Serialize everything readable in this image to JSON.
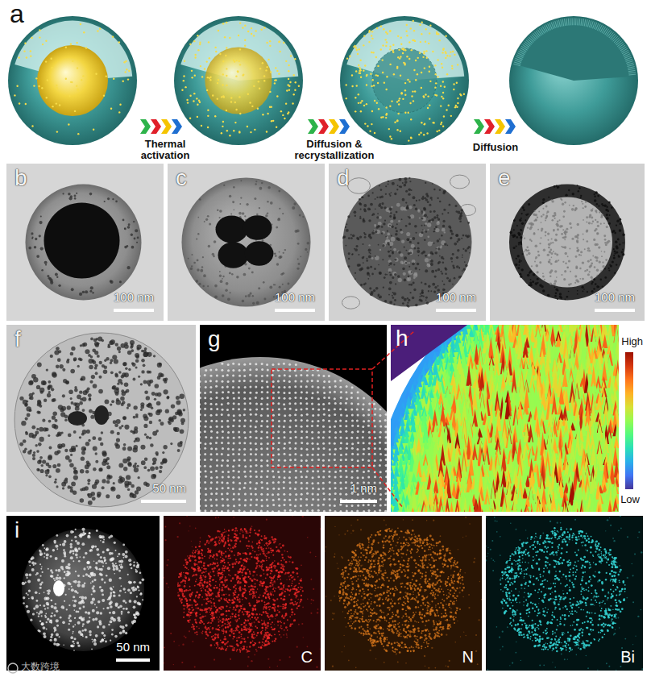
{
  "diagram": {
    "nodes": [
      {
        "text": [
          "b",
          "100 nm"
        ]
      },
      {
        "text": [
          "c",
          "100 nm"
        ]
      },
      {
        "text": [
          "d",
          "100 nm"
        ]
      },
      {
        "text": [
          "e",
          "100 nm"
        ]
      },
      {
        "text": [
          "f",
          "50 nm"
        ]
      },
      {
        "text": [
          "g",
          "1 nm"
        ]
      },
      {
        "text": [
          "h",
          "High",
          "Low"
        ]
      },
      {
        "text": [
          "i",
          "50 nm"
        ]
      },
      {
        "text": [
          "C"
        ]
      },
      {
        "text": [
          "N"
        ]
      },
      {
        "text": [
          "Bi"
        ]
      }
    ],
    "labels": [
      "a",
      "Thermal activation",
      "Diffusion & recrystallization",
      "Diffusion",
      "大数跨境"
    ]
  }
}
